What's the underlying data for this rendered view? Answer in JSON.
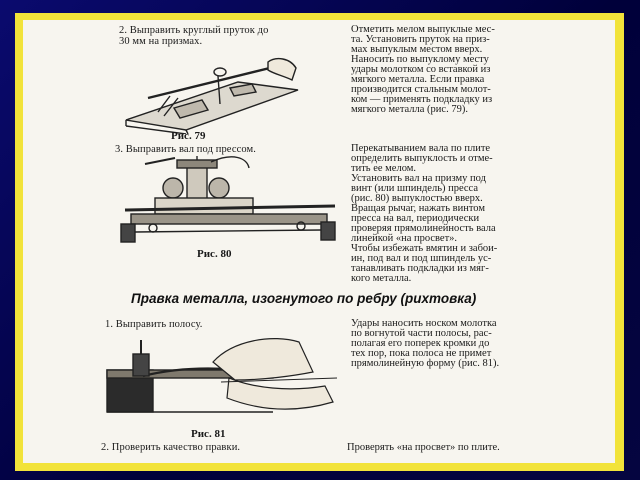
{
  "section1": {
    "step": "2. Выправить круглый пруток до",
    "step_cont": "30 мм на призмах.",
    "figure_caption": "Рис. 79",
    "right_lines": [
      "Отметить мелом выпуклые мес-",
      "та. Установить пруток на приз-",
      "мах выпуклым местом вверх.",
      "Наносить по выпуклому месту",
      "удары молотком со вставкой из",
      "мягкого металла. Если правка",
      "производится стальным молот-",
      "ком — применять подкладку из",
      "мягкого металла (рис. 79)."
    ]
  },
  "section2": {
    "step": "3. Выправить вал под прессом.",
    "figure_caption": "Рис. 80",
    "right_lines": [
      "Перекатыванием вала по плите",
      "определить выпуклость и отме-",
      "тить ее мелом.",
      "Установить вал на призму под",
      "винт (или шпиндель) пресса",
      "(рис. 80) выпуклостью вверх.",
      "Вращая рычаг, нажать винтом",
      "пресса на вал, периодически",
      "проверяя прямолинейность вала",
      "линейкой «на просвет».",
      "Чтобы избежать вмятин и забои-",
      "ин, под вал и под шпиндель ус-",
      "танавливать подкладки из мяг-",
      "кого металла."
    ]
  },
  "heading": "Правка металла, изогнутого по ребру (рихтовка)",
  "section3": {
    "step": "1. Выправить полосу.",
    "figure_caption": "Рис. 81",
    "right_lines": [
      "Удары наносить носком молотка",
      "по вогнутой части полосы, рас-",
      "полагая его поперек кромки до",
      "тех пор, пока полоса не примет",
      "прямолинейную форму (рис. 81)."
    ]
  },
  "section4": {
    "step": "2. Проверить качество правки.",
    "right_text": "Проверять «на просвет» по плите."
  }
}
